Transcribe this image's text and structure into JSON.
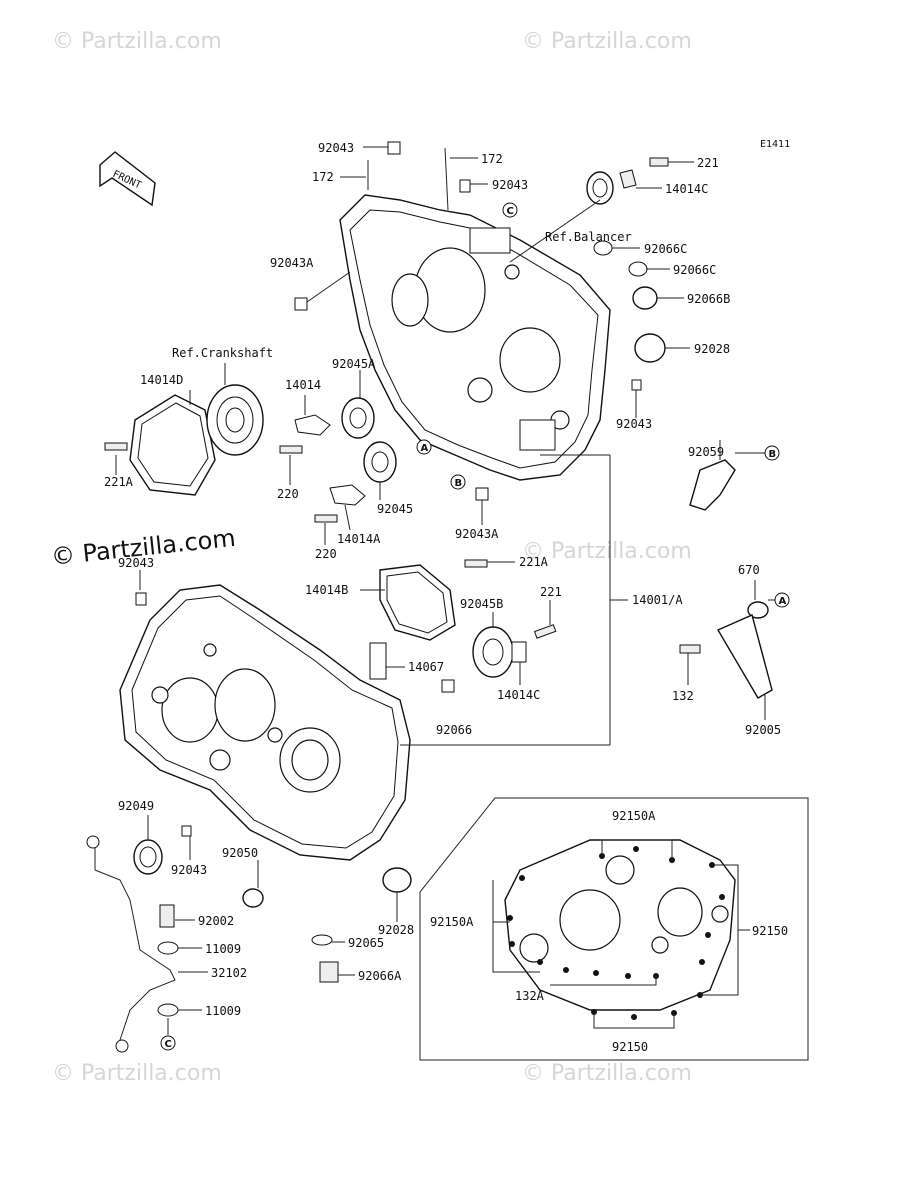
{
  "code": "E1411",
  "watermarks": [
    "© Partzilla.com",
    "© Partzilla.com",
    "© Partzilla.com",
    "© Partzilla.com",
    "© Partzilla.com",
    "© Partzilla.com"
  ],
  "watermark_center": "© Partzilla.com",
  "front_label": "FRONT",
  "refs": {
    "balancer": "Ref.Balancer",
    "crankshaft": "Ref.Crankshaft"
  },
  "circle_letters": {
    "A": "A",
    "B": "B",
    "C": "C"
  },
  "labels": {
    "p92043_top": "92043",
    "p172_left": "172",
    "p172_right": "172",
    "p92043_mid": "92043",
    "p221_top": "221",
    "p14014C_top": "14014C",
    "p92066C_1": "92066C",
    "p92066C_2": "92066C",
    "p92066B": "92066B",
    "p92028_top": "92028",
    "p92043_right": "92043",
    "p92043A_top": "92043A",
    "p14014D": "14014D",
    "p14014": "14014",
    "p92045A": "92045A",
    "p221A_left": "221A",
    "p220_1": "220",
    "p92045": "92045",
    "p14014A": "14014A",
    "p220_2": "220",
    "p92043A_bottom": "92043A",
    "p92059": "92059",
    "p92043_left": "92043",
    "p221A_mid": "221A",
    "p14014B": "14014B",
    "p221_mid": "221",
    "p92045B": "92045B",
    "p14001A": "14001/A",
    "p670": "670",
    "p14067": "14067",
    "p14014C_mid": "14014C",
    "p132": "132",
    "p92066": "92066",
    "p92005": "92005",
    "p92049": "92049",
    "p92043_low": "92043",
    "p92050": "92050",
    "p92002": "92002",
    "p11009_1": "11009",
    "p32102": "32102",
    "p11009_2": "11009",
    "p92065": "92065",
    "p92028_low": "92028",
    "p92066A": "92066A",
    "p92150A_top": "92150A",
    "p92150A_left": "92150A",
    "p92150_right": "92150",
    "p132A": "132A",
    "p92150_bottom": "92150"
  }
}
